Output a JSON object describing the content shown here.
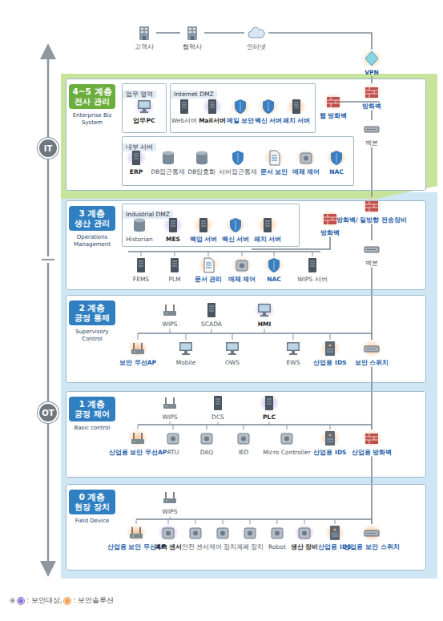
{
  "diagram": {
    "nodes": [
      {
        "text": [
          "고객사"
        ]
      },
      {
        "text": [
          "협력사"
        ]
      },
      {
        "text": [
          "인터넷"
        ]
      },
      {
        "text": [
          "VPN"
        ]
      },
      {
        "text": [
          "IT"
        ]
      },
      {
        "text": [
          "OT"
        ]
      },
      {
        "text": [
          "4~5 계층",
          "전사 관리",
          "Enterprise Biz System"
        ]
      },
      {
        "text": [
          "업무 영역"
        ],
        "in": 6
      },
      {
        "text": [
          "업무PC"
        ],
        "in": 7
      },
      {
        "text": [
          "Internet DMZ"
        ],
        "in": 6
      },
      {
        "text": [
          "Web서버"
        ],
        "in": 9
      },
      {
        "text": [
          "Mail서버"
        ],
        "in": 9
      },
      {
        "text": [
          "메일 보안"
        ],
        "in": 9
      },
      {
        "text": [
          "백신 서버"
        ],
        "in": 9
      },
      {
        "text": [
          "패치 서버"
        ],
        "in": 9
      },
      {
        "text": [
          "웹 방화벽"
        ],
        "in": 6
      },
      {
        "text": [
          "방화벽"
        ],
        "in": 6
      },
      {
        "text": [
          "백본"
        ],
        "in": 6
      },
      {
        "text": [
          "내부 서버"
        ],
        "in": 6
      },
      {
        "text": [
          "ERP"
        ],
        "in": 18
      },
      {
        "text": [
          "DB접근통제"
        ],
        "in": 18
      },
      {
        "text": [
          "DB암호화"
        ],
        "in": 18
      },
      {
        "text": [
          "서버접근통제"
        ],
        "in": 18
      },
      {
        "text": [
          "문서 보안"
        ],
        "in": 18
      },
      {
        "text": [
          "매체 제어"
        ],
        "in": 18
      },
      {
        "text": [
          "NAC"
        ],
        "in": 18
      },
      {
        "text": [
          "방화벽/ 일방향 전송장비"
        ]
      },
      {
        "text": [
          "3 계층",
          "생산 관리",
          "Operations Management"
        ]
      },
      {
        "text": [
          "Industrial DMZ"
        ],
        "in": 27
      },
      {
        "text": [
          "Historian"
        ],
        "in": 28
      },
      {
        "text": [
          "MES"
        ],
        "in": 28
      },
      {
        "text": [
          "백업 서버"
        ],
        "in": 28
      },
      {
        "text": [
          "백신 서버"
        ],
        "in": 28
      },
      {
        "text": [
          "패치 서버"
        ],
        "in": 28
      },
      {
        "text": [
          "방화벽"
        ],
        "in": 27
      },
      {
        "text": [
          "FEMS"
        ],
        "in": 27
      },
      {
        "text": [
          "PLM"
        ],
        "in": 27
      },
      {
        "text": [
          "문서 관리"
        ],
        "in": 27
      },
      {
        "text": [
          "매체 제어"
        ],
        "in": 27
      },
      {
        "text": [
          "NAC"
        ],
        "in": 27
      },
      {
        "text": [
          "WIPS 서버"
        ],
        "in": 27
      },
      {
        "text": [
          "백본"
        ],
        "in": 27
      },
      {
        "text": [
          "2 계층",
          "공정 통제",
          "Supervisory Control"
        ]
      },
      {
        "text": [
          "WIPS"
        ],
        "in": 42
      },
      {
        "text": [
          "SCADA"
        ],
        "in": 42
      },
      {
        "text": [
          "HMI"
        ],
        "in": 42
      },
      {
        "text": [
          "보안 무선AP"
        ],
        "in": 42
      },
      {
        "text": [
          "Mobile"
        ],
        "in": 42
      },
      {
        "text": [
          "OWS"
        ],
        "in": 42
      },
      {
        "text": [
          "EWS"
        ],
        "in": 42
      },
      {
        "text": [
          "산업용 IDS"
        ],
        "in": 42
      },
      {
        "text": [
          "보안 스위치"
        ],
        "in": 42
      },
      {
        "text": [
          "1 계층",
          "공정 제어",
          "Basic control"
        ]
      },
      {
        "text": [
          "WIPS"
        ],
        "in": 52
      },
      {
        "text": [
          "DCS"
        ],
        "in": 52
      },
      {
        "text": [
          "PLC"
        ],
        "in": 52
      },
      {
        "text": [
          "산업용 보안 무선AP"
        ],
        "in": 52
      },
      {
        "text": [
          "RTU"
        ],
        "in": 52
      },
      {
        "text": [
          "DAQ"
        ],
        "in": 52
      },
      {
        "text": [
          "IED"
        ],
        "in": 52
      },
      {
        "text": [
          "Micro Controller"
        ],
        "in": 52
      },
      {
        "text": [
          "산업용 IDS"
        ],
        "in": 52
      },
      {
        "text": [
          "산업용 방화벽"
        ],
        "in": 52
      },
      {
        "text": [
          "0 계층",
          "현장 장치",
          "Field Device"
        ]
      },
      {
        "text": [
          "WIPS"
        ],
        "in": 63
      },
      {
        "text": [
          "산업용 보안 무선AP"
        ],
        "in": 63
      },
      {
        "text": [
          "계측 센서"
        ],
        "in": 63
      },
      {
        "text": [
          "안전 센서"
        ],
        "in": 63
      },
      {
        "text": [
          "제어 장치"
        ],
        "in": 63
      },
      {
        "text": [
          "계폐 장치"
        ],
        "in": 63
      },
      {
        "text": [
          "Robot"
        ],
        "in": 63
      },
      {
        "text": [
          "생산 장비"
        ],
        "in": 63
      },
      {
        "text": [
          "산업용 IDS"
        ],
        "in": 63
      },
      {
        "text": [
          "산업용 보안 스위치"
        ],
        "in": 63
      }
    ],
    "edges": [
      {
        "from": 0,
        "to": 1,
        "arrow": "none"
      },
      {
        "from": 1,
        "to": 2,
        "arrow": "none"
      },
      {
        "from": 2,
        "to": 3,
        "arrow": "none"
      },
      {
        "from": 3,
        "to": 16,
        "arrow": "none"
      },
      {
        "from": 15,
        "to": 16,
        "arrow": "none"
      },
      {
        "from": 16,
        "to": 17,
        "arrow": "none"
      },
      {
        "from": 17,
        "to": 26,
        "arrow": "none"
      },
      {
        "from": 26,
        "to": 41,
        "arrow": "none"
      },
      {
        "from": 41,
        "to": 34,
        "arrow": "none"
      },
      {
        "from": 41,
        "to": 51,
        "arrow": "none"
      },
      {
        "from": 51,
        "to": 62,
        "arrow": "none"
      },
      {
        "from": 62,
        "to": 73,
        "arrow": "none"
      }
    ],
    "labels": [
      "※"
    ],
    "legend": [
      {
        "text": ": 보안대상,",
        "color": "#8a6fd1"
      },
      {
        "text": ": 보안솔루션",
        "color": "#f39b4a"
      }
    ]
  }
}
